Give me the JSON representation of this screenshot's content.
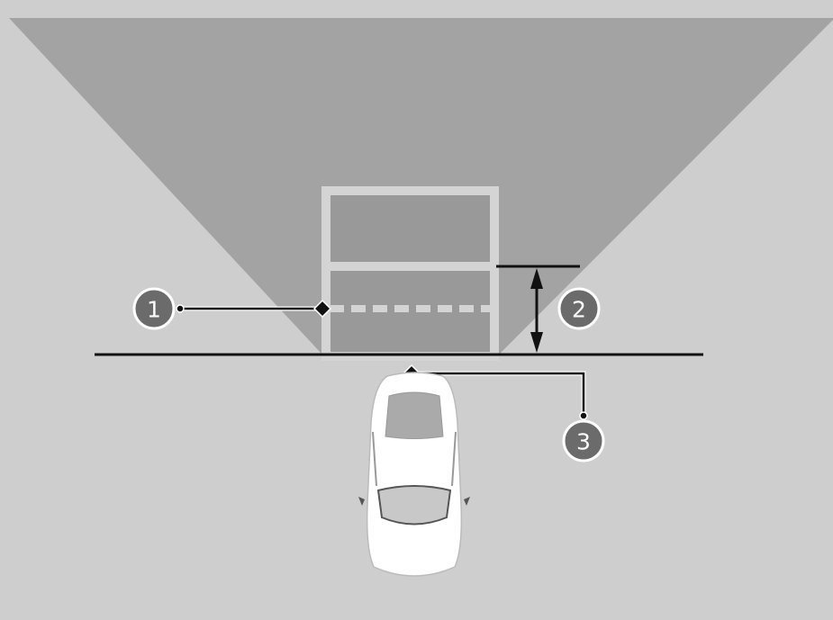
{
  "callouts": [
    {
      "label": "1",
      "meaning": ""
    },
    {
      "label": "2",
      "meaning": ""
    },
    {
      "label": "3",
      "meaning": ""
    }
  ],
  "colors": {
    "background": "#cecece",
    "detection_zone": "#a3a3a3",
    "parking_space": "#999999",
    "parking_lines": "#d4d4d4",
    "callout_fill": "#6b6b6b"
  }
}
